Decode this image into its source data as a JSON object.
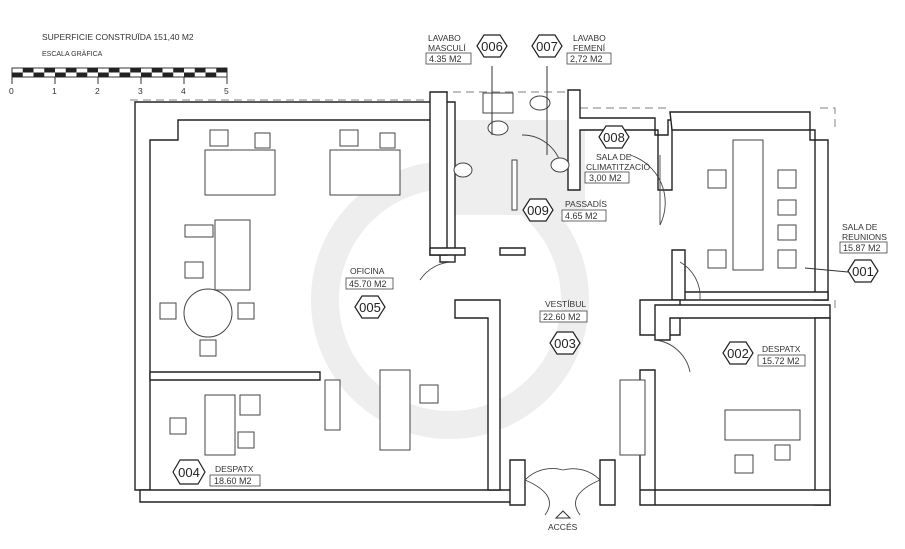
{
  "header": {
    "surface": "SUPERFICIE CONSTRUÏDA  151,40 M2",
    "scale_title": "ESCALA GRÀFICA",
    "scale_ticks": [
      "0",
      "1",
      "2",
      "3",
      "4",
      "5"
    ]
  },
  "rooms": {
    "r001": {
      "code": "001",
      "name1": "SALA DE",
      "name2": "REUNIONS",
      "area": "15.87 M2"
    },
    "r002": {
      "code": "002",
      "name1": "DESPATX",
      "area": "15.72 M2"
    },
    "r003": {
      "code": "003",
      "name1": "VESTÍBUL",
      "area": "22.60 M2"
    },
    "r004": {
      "code": "004",
      "name1": "DESPATX",
      "area": "18.60 M2"
    },
    "r005": {
      "code": "005",
      "name1": "OFICINA",
      "area": "45.70 M2"
    },
    "r006": {
      "code": "006",
      "name1": "LAVABO",
      "name2": "MASCULÍ",
      "area": "4.35 M2"
    },
    "r007": {
      "code": "007",
      "name1": "LAVABO",
      "name2": "FEMENÍ",
      "area": "2,72 M2"
    },
    "r008": {
      "code": "008",
      "name1": "SALA DE",
      "name2": "CLIMATITZACIÓ",
      "area": "3,00 M2"
    },
    "r009": {
      "code": "009",
      "name1": "PASSADÍS",
      "area": "4.65 M2"
    }
  },
  "entrance": "ACCÉS"
}
